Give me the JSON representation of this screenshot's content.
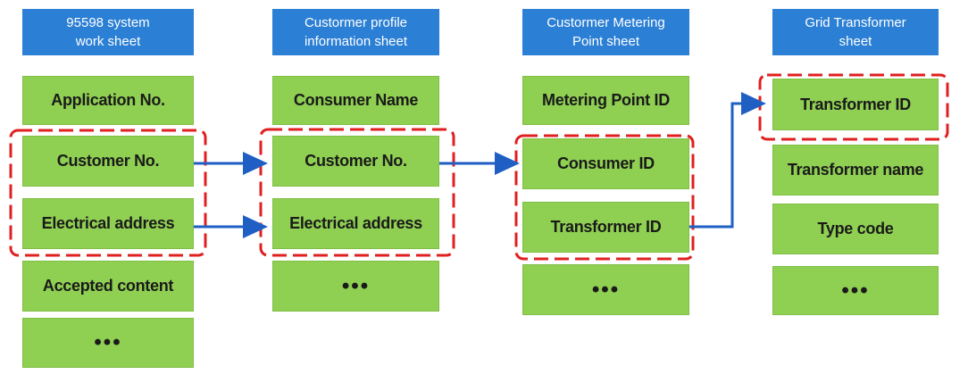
{
  "tables": [
    {
      "id": "work-sheet",
      "header": [
        "95598 system",
        "work sheet"
      ],
      "rows": [
        "Application No.",
        "Customer No.",
        "Electrical address",
        "Accepted content",
        "•••"
      ]
    },
    {
      "id": "customer-profile",
      "header": [
        "Custormer profile",
        "information sheet"
      ],
      "rows": [
        "Consumer Name",
        "Customer No.",
        "Electrical address",
        "•••"
      ]
    },
    {
      "id": "metering-point",
      "header": [
        "Custormer Metering",
        "Point sheet"
      ],
      "rows": [
        "Metering Point ID",
        "Consumer ID",
        "Transformer ID",
        "•••"
      ]
    },
    {
      "id": "grid-transformer",
      "header": [
        "Grid Transformer",
        "sheet"
      ],
      "rows": [
        "Transformer ID",
        "Transformer name",
        "Type code",
        "•••"
      ]
    }
  ],
  "colors": {
    "header_bg": "#2b7fd4",
    "cell_bg": "#8fcf52",
    "arrow": "#1f5fc4",
    "highlight": "#e02020"
  }
}
